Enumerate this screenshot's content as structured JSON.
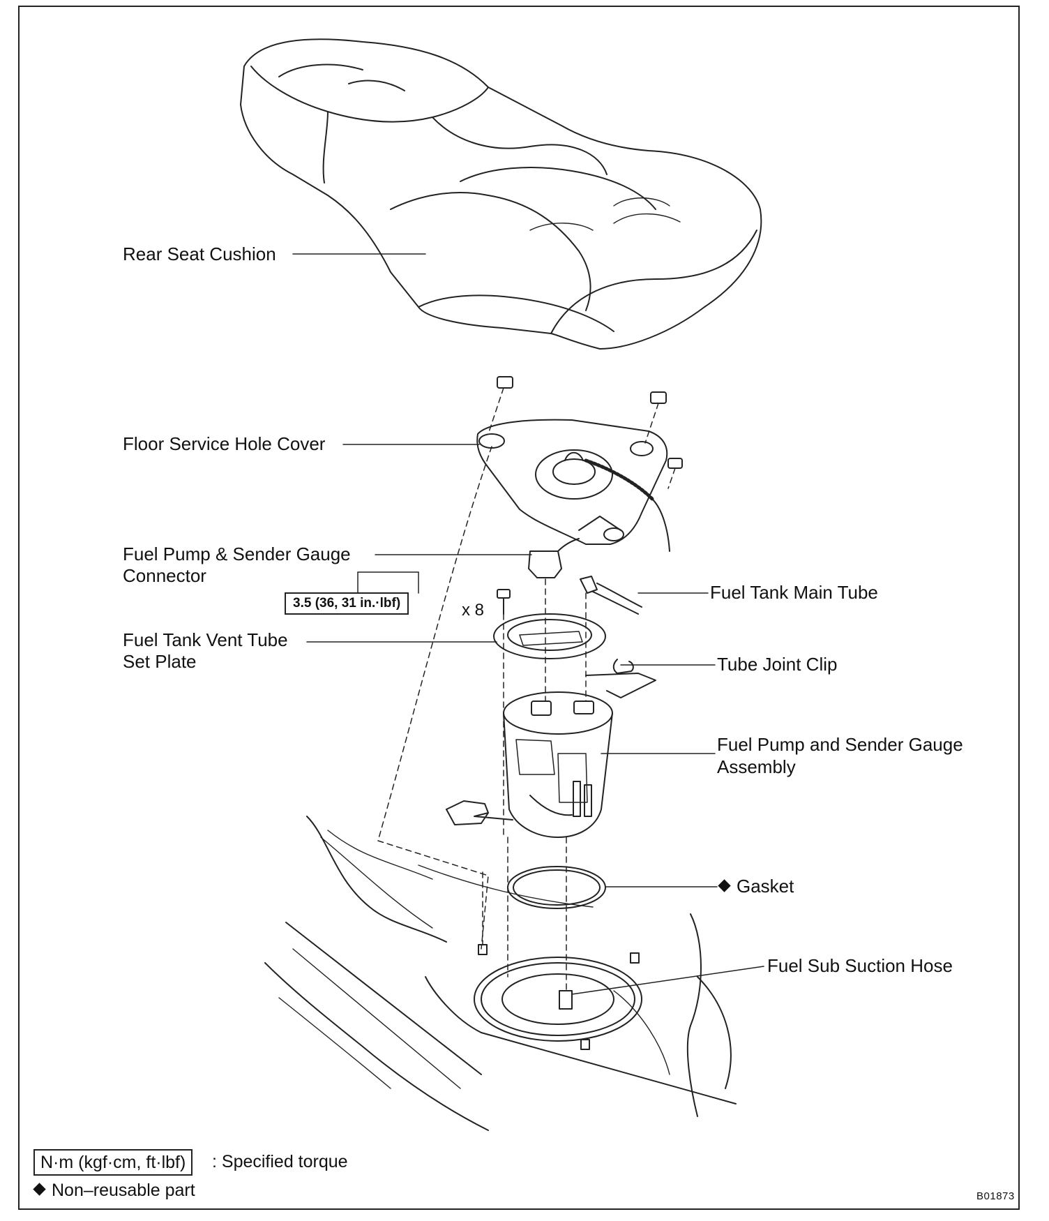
{
  "labels": {
    "rear_seat_cushion": "Rear Seat Cushion",
    "floor_service_hole_cover": "Floor Service Hole Cover",
    "connector_line1": "Fuel Pump & Sender Gauge",
    "connector_line2": "Connector",
    "torque_spec": "3.5 (36, 31 in.·lbf)",
    "bolt_count": "x 8",
    "vent_tube_line1": "Fuel Tank Vent Tube",
    "vent_tube_line2": "Set Plate",
    "main_tube": "Fuel Tank Main Tube",
    "tube_joint_clip": "Tube Joint Clip",
    "assembly_line1": "Fuel Pump and Sender Gauge",
    "assembly_line2": "Assembly",
    "gasket": "Gasket",
    "sub_suction_hose": "Fuel Sub Suction Hose"
  },
  "legend": {
    "torque_unit": "N·m (kgf·cm, ft·lbf)",
    "torque_desc": ": Specified torque",
    "non_reusable": "Non–reusable part"
  },
  "figure_code": "B01873",
  "colors": {
    "line": "#222222",
    "background": "#ffffff"
  }
}
